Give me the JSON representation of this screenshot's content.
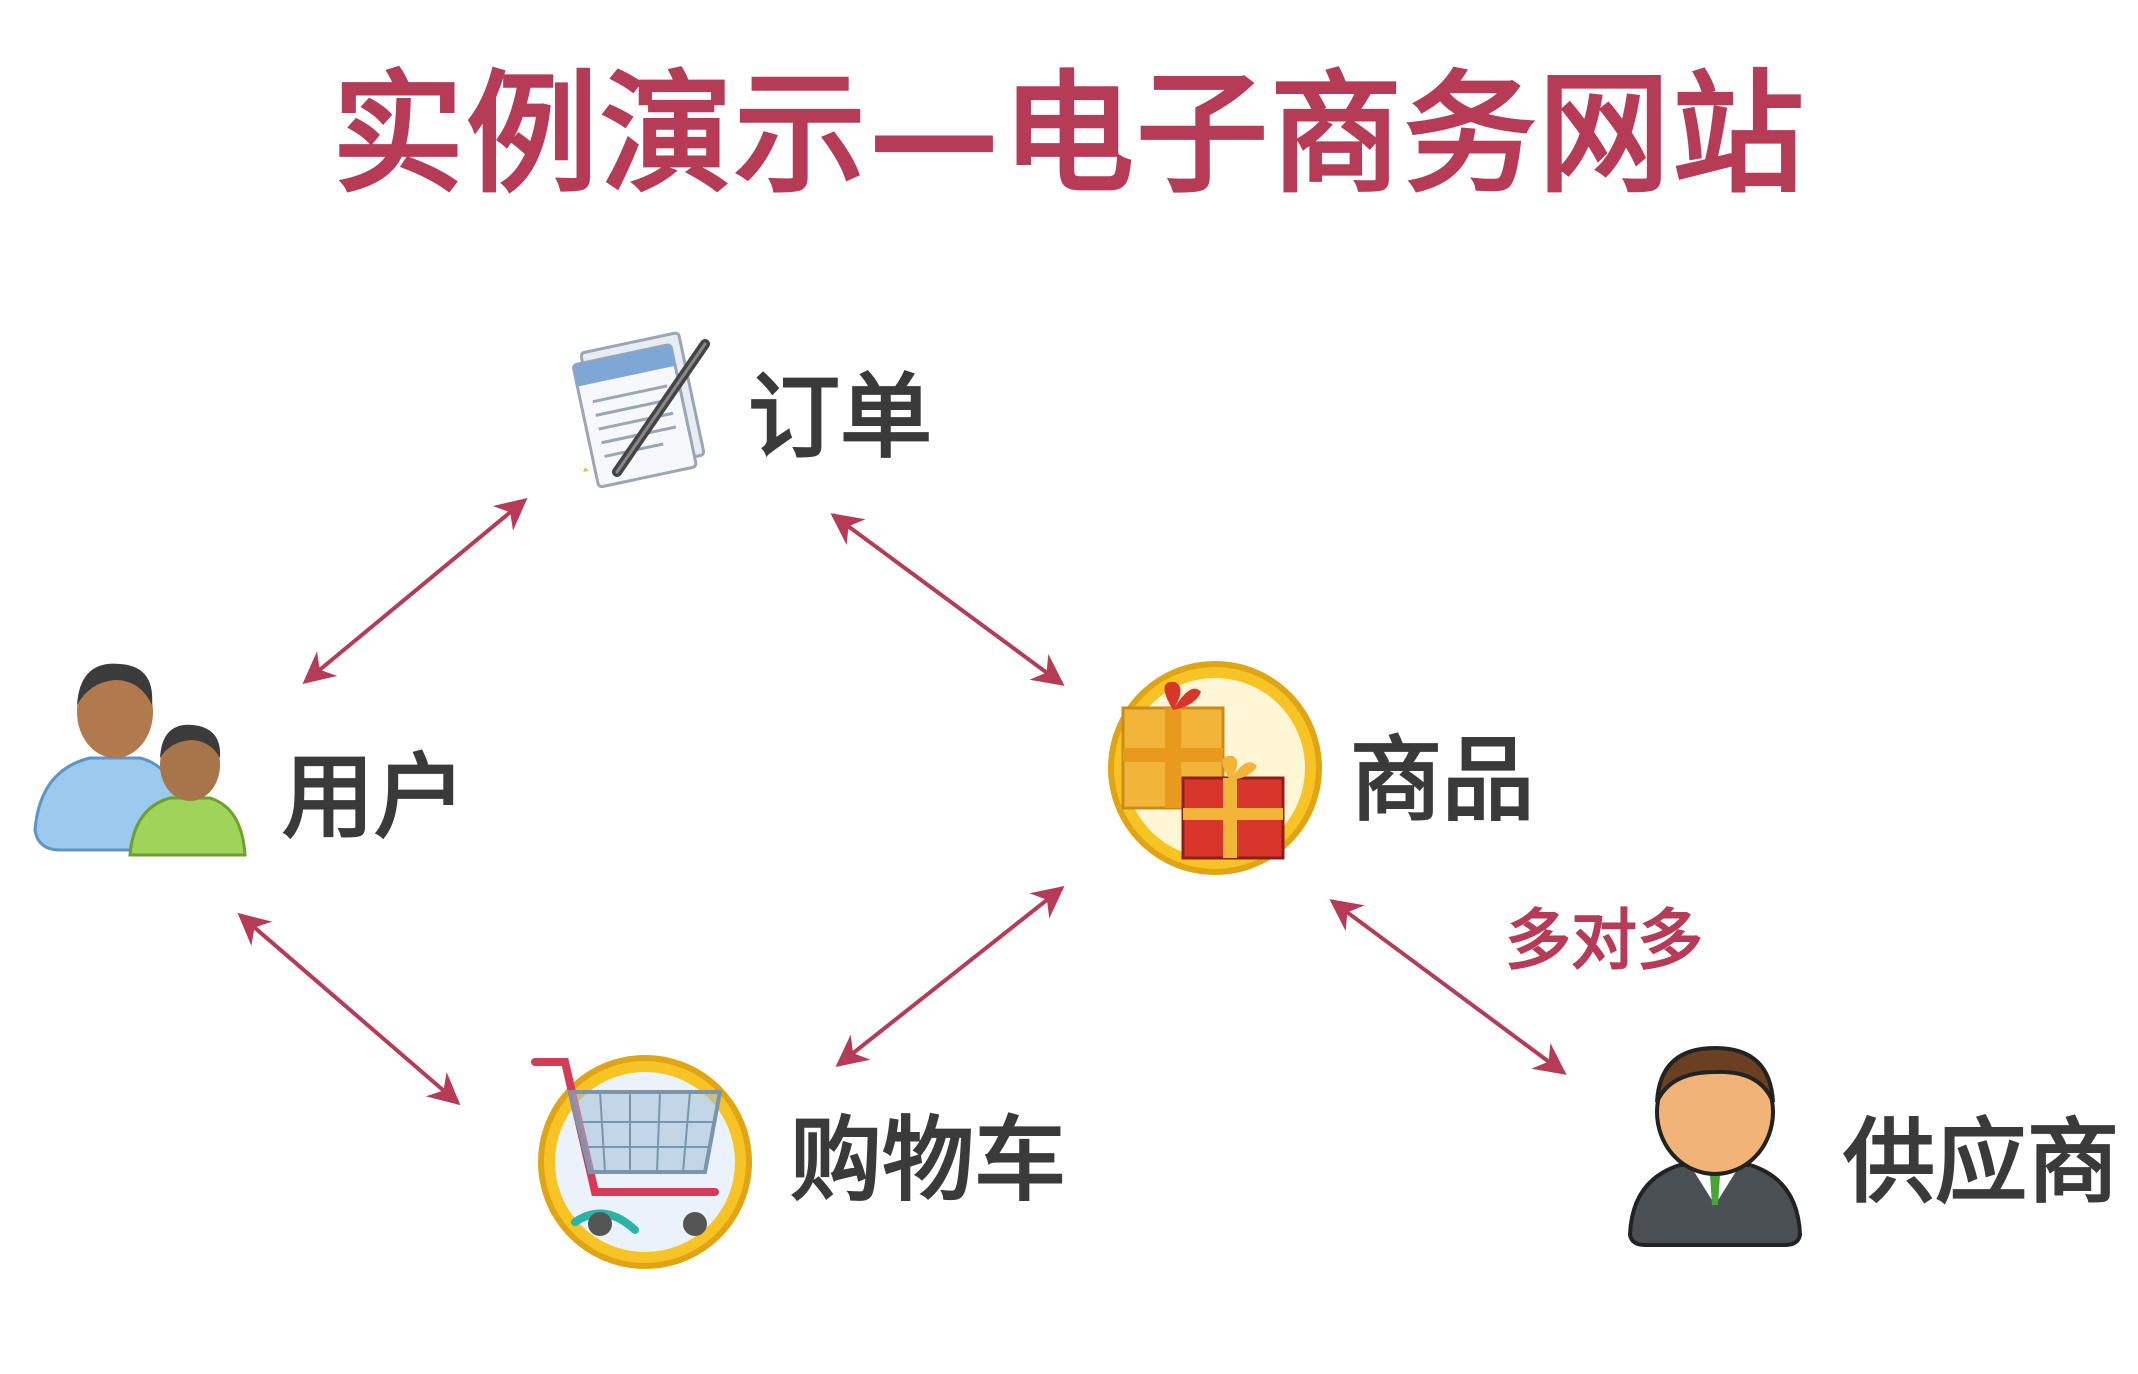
{
  "title": "实例演示—电子商务网站",
  "nodes": {
    "order": {
      "label": "订单",
      "icon": "document-pen-icon"
    },
    "user": {
      "label": "用户",
      "icon": "users-icon"
    },
    "product": {
      "label": "商品",
      "icon": "gift-boxes-icon"
    },
    "cart": {
      "label": "购物车",
      "icon": "shopping-cart-icon"
    },
    "supplier": {
      "label": "供应商",
      "icon": "businessman-icon"
    }
  },
  "edges": {
    "product_supplier": {
      "label": "多对多"
    }
  },
  "colors": {
    "accent": "#b63b56",
    "text": "#3a3a3a",
    "gold": "#f2c12e"
  }
}
